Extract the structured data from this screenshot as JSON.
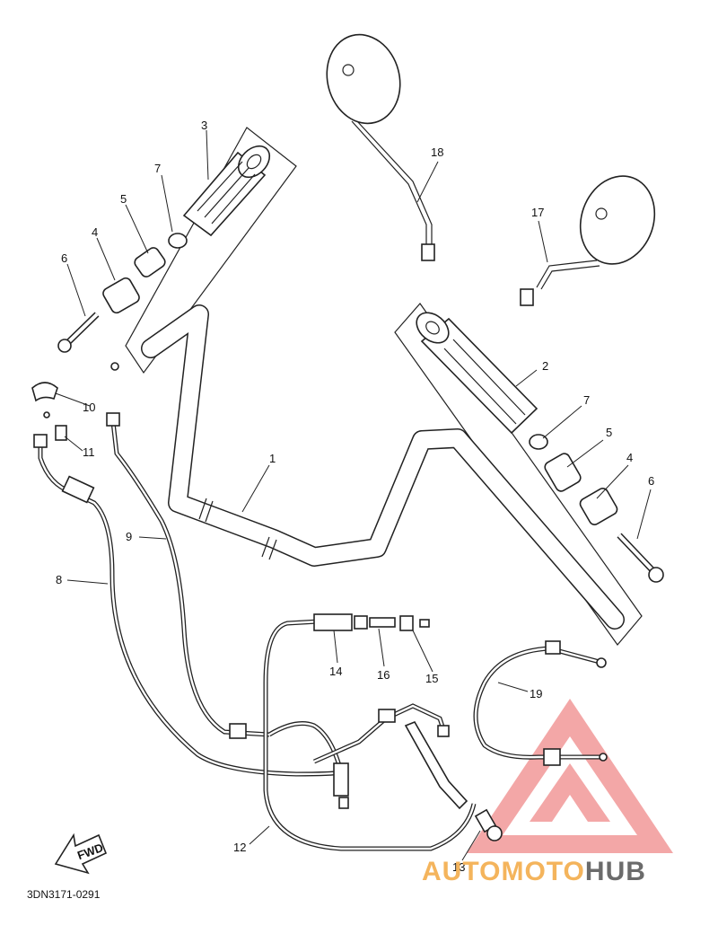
{
  "diagram": {
    "drawing_code": "3DN3171-0291",
    "fwd_label": "FWD",
    "callouts": [
      {
        "id": "c1",
        "text": "1"
      },
      {
        "id": "c2",
        "text": "2"
      },
      {
        "id": "c3",
        "text": "3"
      },
      {
        "id": "c4a",
        "text": "4"
      },
      {
        "id": "c4b",
        "text": "4"
      },
      {
        "id": "c5a",
        "text": "5"
      },
      {
        "id": "c5b",
        "text": "5"
      },
      {
        "id": "c6a",
        "text": "6"
      },
      {
        "id": "c6b",
        "text": "6"
      },
      {
        "id": "c7a",
        "text": "7"
      },
      {
        "id": "c7b",
        "text": "7"
      },
      {
        "id": "c8",
        "text": "8"
      },
      {
        "id": "c9",
        "text": "9"
      },
      {
        "id": "c10",
        "text": "10"
      },
      {
        "id": "c11",
        "text": "11"
      },
      {
        "id": "c12",
        "text": "12"
      },
      {
        "id": "c13",
        "text": "13"
      },
      {
        "id": "c14",
        "text": "14"
      },
      {
        "id": "c15",
        "text": "15"
      },
      {
        "id": "c16",
        "text": "16"
      },
      {
        "id": "c17",
        "text": "17"
      },
      {
        "id": "c18",
        "text": "18"
      },
      {
        "id": "c19",
        "text": "19"
      }
    ]
  },
  "watermark": {
    "part1": "AUTOMOTO",
    "part2": "HUB",
    "color_primary": "#f4b45c",
    "color_secondary": "#6b6b6b",
    "logo_color": "#f08a8a"
  }
}
